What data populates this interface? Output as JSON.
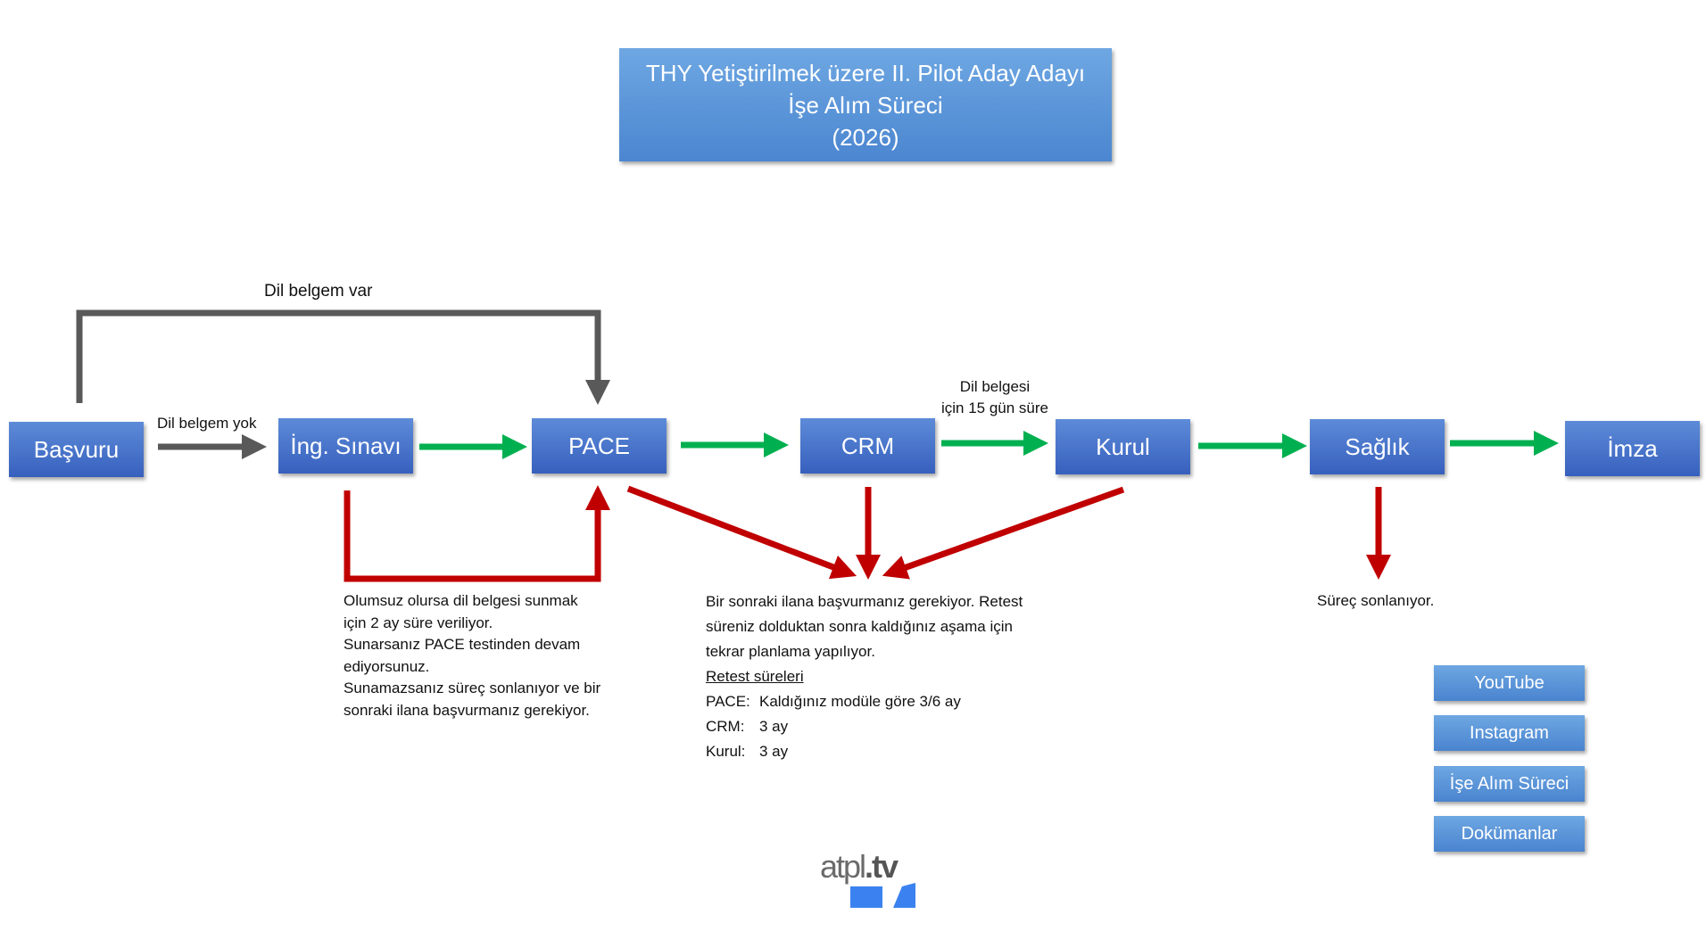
{
  "title": {
    "line1": "THY Yetiştirilmek üzere II. Pilot Aday Adayı",
    "line2": "İşe Alım Süreci",
    "line3": "(2026)"
  },
  "steps": [
    {
      "label": "Başvuru"
    },
    {
      "label": "İng. Sınavı"
    },
    {
      "label": "PACE"
    },
    {
      "label": "CRM"
    },
    {
      "label": "Kurul"
    },
    {
      "label": "Sağlık"
    },
    {
      "label": "İmza"
    }
  ],
  "labels": {
    "dil_belgem_var": "Dil belgem var",
    "dil_belgem_yok": "Dil belgem yok",
    "dil_belgesi_1": "Dil belgesi",
    "dil_belgesi_2": "için 15 gün süre"
  },
  "notes": {
    "ing_fail": [
      "Olumsuz olursa dil belgesi sunmak",
      "için 2 ay süre veriliyor.",
      "Sunarsanız PACE testinden devam",
      "ediyorsunuz.",
      "Sunamazsanız süreç sonlanıyor ve bir",
      "sonraki ilana başvurmanız gerekiyor."
    ],
    "retest": {
      "lines": [
        "Bir sonraki ilana başvurmanız gerekiyor. Retest",
        "süreniz dolduktan sonra kaldığınız aşama için",
        "tekrar planlama yapılıyor."
      ],
      "heading": "Retest süreleri",
      "items": [
        {
          "key": "PACE:",
          "value": "Kaldığınız modüle göre 3/6 ay"
        },
        {
          "key": "CRM:",
          "value": "3 ay"
        },
        {
          "key": "Kurul:",
          "value": "3 ay"
        }
      ]
    },
    "saglik_fail": "Süreç sonlanıyor."
  },
  "links": [
    {
      "label": "YouTube"
    },
    {
      "label": "Instagram"
    },
    {
      "label": "İşe Alım Süreci"
    },
    {
      "label": "Dokümanlar"
    }
  ],
  "logo": {
    "text": "atpl.tv"
  },
  "colors": {
    "box": "#4472c4",
    "success": "#00b050",
    "fail": "#c00000",
    "neutral": "#595959"
  }
}
